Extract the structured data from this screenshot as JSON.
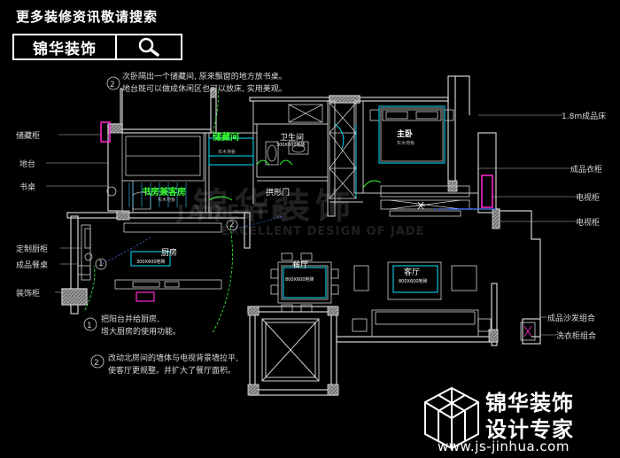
{
  "header": {
    "title": "更多装修资讯敬请搜索",
    "brand": "锦华装饰",
    "search_icon": "magnifier-icon"
  },
  "left_labels": {
    "storage_cabinet": "储藏柜",
    "platform": "地台",
    "desk": "书桌",
    "kitchen_cabinet": "定制厨柜",
    "dining_cabinet": "成品餐桌",
    "decor_cabinet": "装饰柜"
  },
  "right_labels": {
    "bed": "1.8m成品床",
    "wardrobe": "成品衣柜",
    "tv_cabinet_1": "电视柜",
    "tv_cabinet_2": "电视柜",
    "sofa_set": "成品沙发组合",
    "laundry_set": "洗衣柜组合"
  },
  "rooms": {
    "storage": "储藏间",
    "bathroom": "卫生间",
    "master_bed": "主卧",
    "study": "书房兼客房",
    "arch_door": "拱形门",
    "kitchen": "厨房",
    "dining": "餐厅",
    "living": "客厅",
    "wood_floor": "实木地板",
    "tile_600": "800X600地砖",
    "tile_300": "300X600地砖"
  },
  "notes": {
    "n1_num": "1",
    "n1_line1": "把阳台并给厨房,",
    "n1_line2": "增大厨房的使用功能。",
    "n2a_num": "2",
    "n2a_line1": "次卧隔出一个储藏间, 原来飘窗的地方放书桌。",
    "n2a_line2": "地台既可以做成休闲区也可以放床, 实用美观。",
    "n2b_num": "2",
    "n2b_line1": "改动北房间的墙体与电视背景墙拉平,",
    "n2b_line2": "使客厅更规整。并扩大了餐厅面积。",
    "mark1": "1",
    "mark2": "2"
  },
  "watermark": {
    "brand": "锦华装饰",
    "en1": "JADEITE",
    "en2": "EXCELLENT DESIGN OF JADE"
  },
  "corner": {
    "line1": "锦华装饰",
    "line2": "设计专家",
    "url": "www.js-jinhua.com",
    "logo": "cube-logo-icon"
  },
  "colors": {
    "wall": "#cfcfcf",
    "cyan": "#00e5ff",
    "green": "#39ff39",
    "magenta": "#ff2bd6",
    "blue": "#4a7bff"
  }
}
